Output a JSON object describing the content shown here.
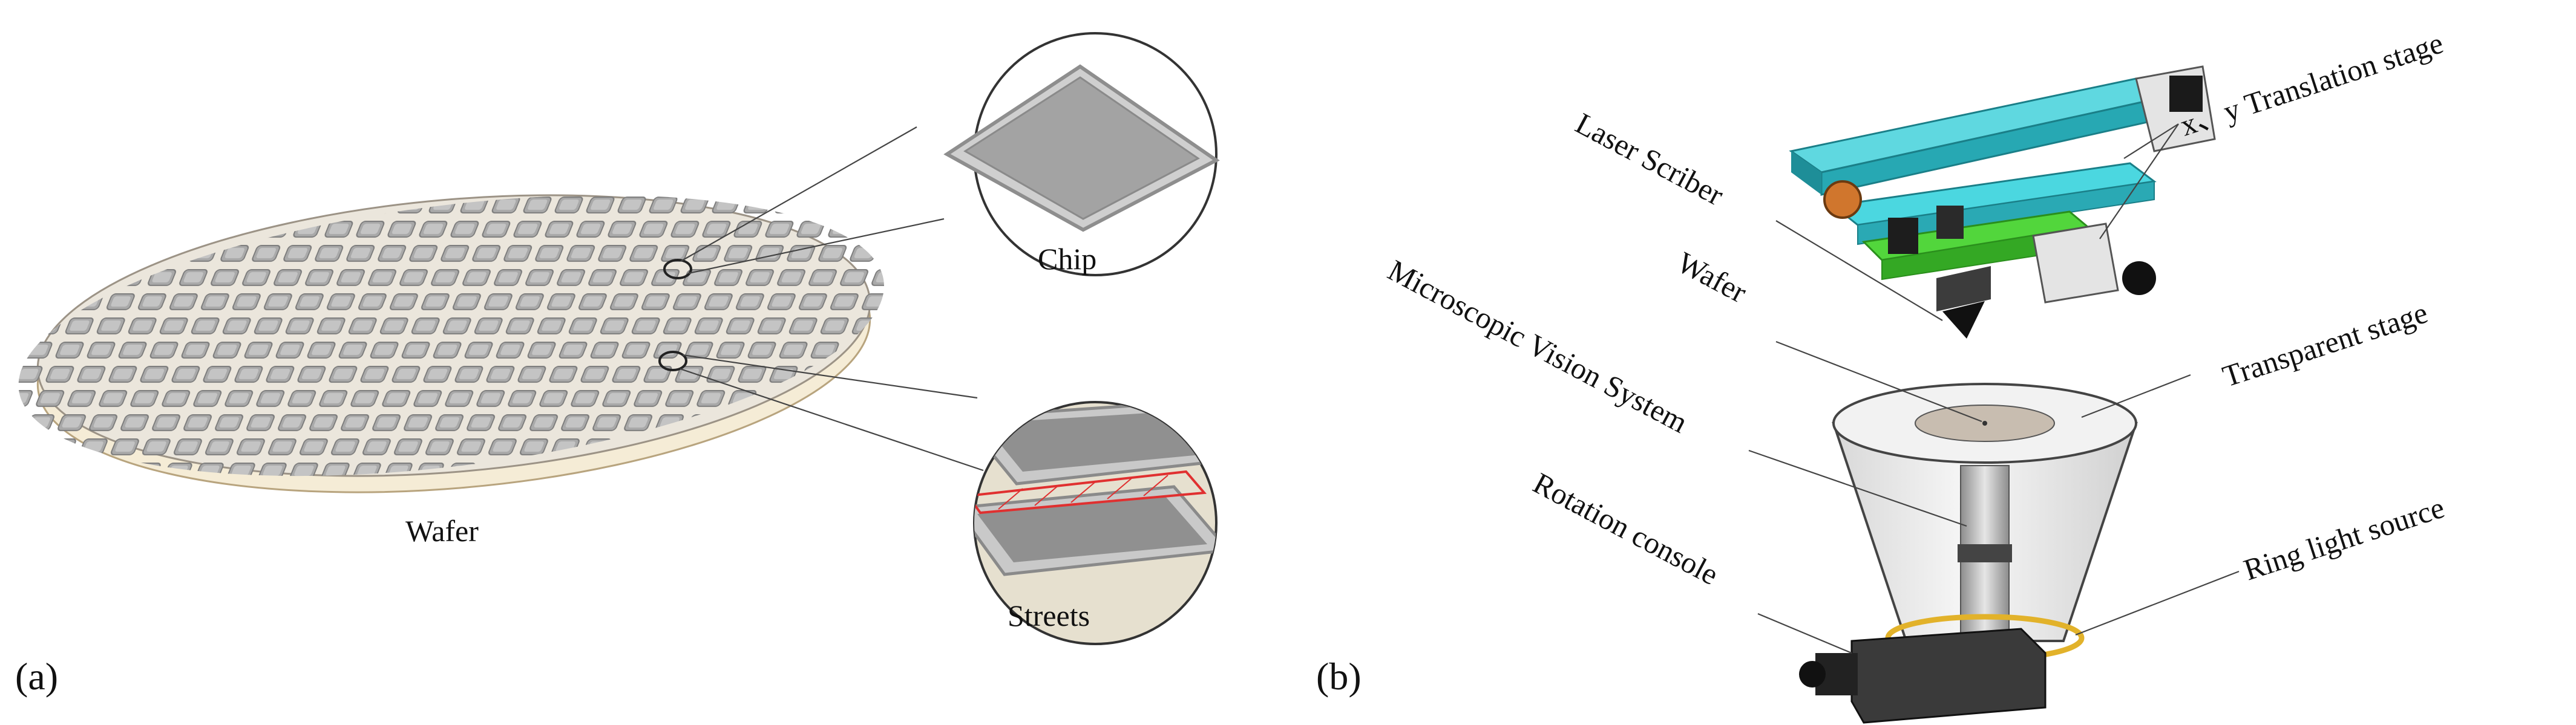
{
  "panel_a": {
    "label": "(a)",
    "wafer_label": "Wafer",
    "chip_label": "Chip",
    "streets_label": "Streets"
  },
  "panel_b": {
    "label": "(b)",
    "xy_stage_label": "x、y Translation stage",
    "laser_scriber_label": "Laser Scriber",
    "wafer_label": "Wafer",
    "microscopic_vision_label": "Microscopic Vision System",
    "transparent_stage_label": "Transparent stage",
    "rotation_console_label": "Rotation console",
    "ring_light_label": "Ring light source"
  },
  "colors": {
    "wafer_face": "#e9e7e3",
    "wafer_edge": "#d8c4a0",
    "chip": "#9a9a9a",
    "street_highlight": "#e03030",
    "stage_cyan": "#35c9d3",
    "stage_green": "#3fcc2c",
    "motor_dark": "#222222",
    "cone_glass": "#eeeeee"
  }
}
